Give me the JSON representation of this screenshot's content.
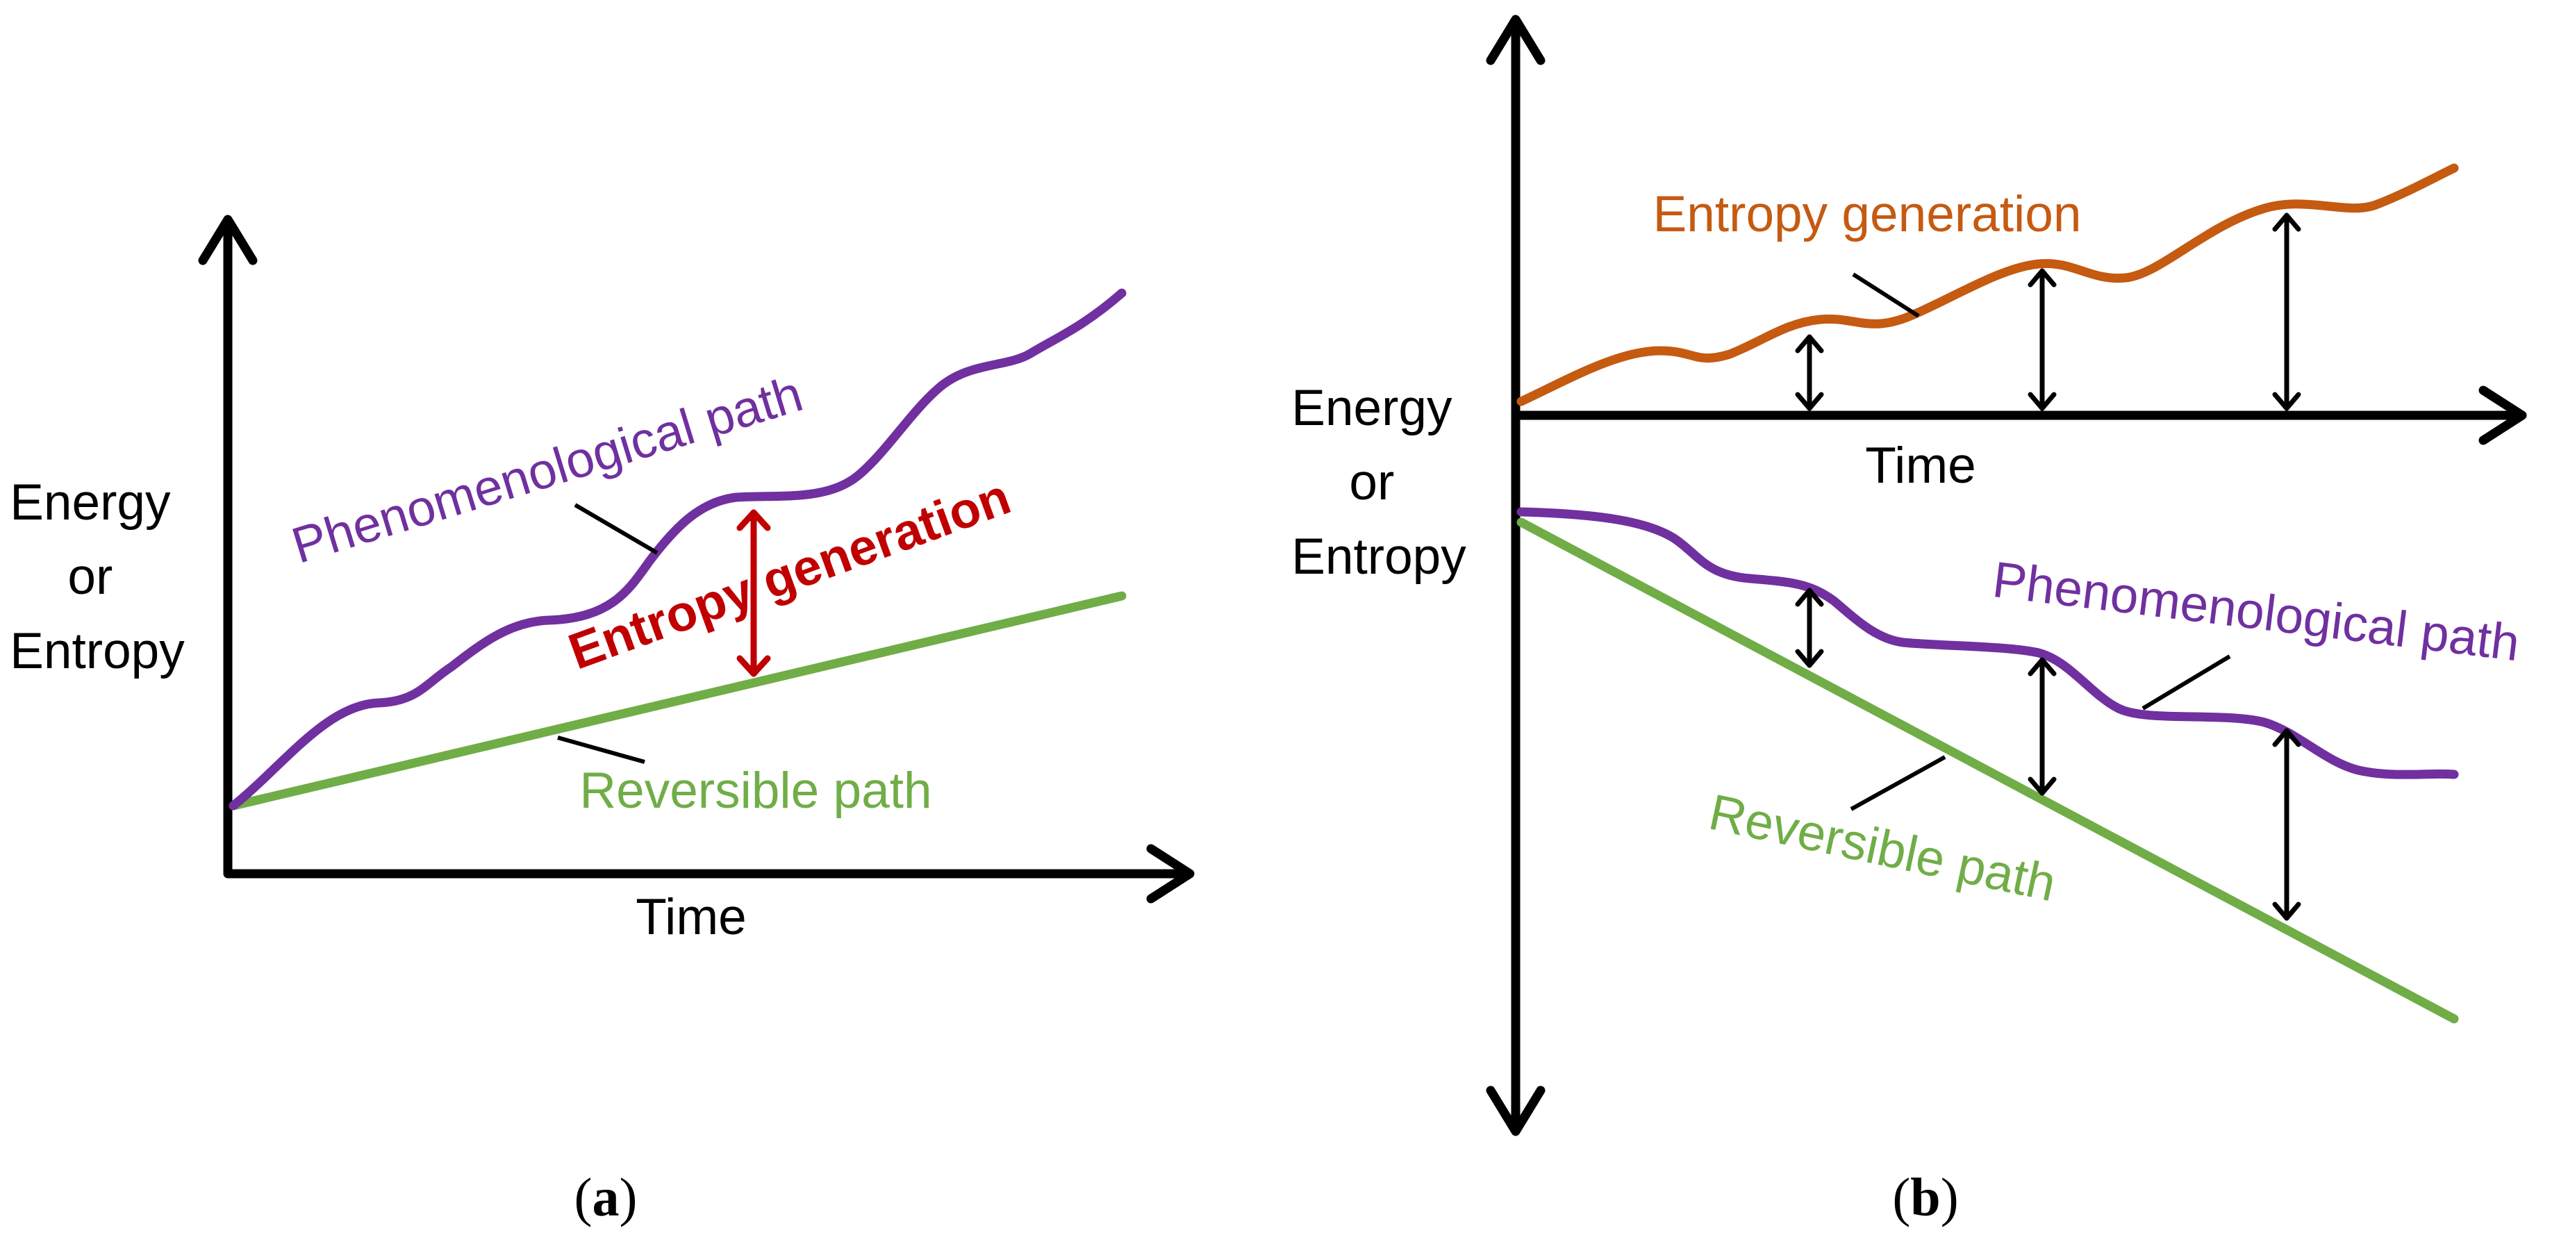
{
  "colors": {
    "phenomenological": "#7030a0",
    "reversible": "#70ad47",
    "entropy_generation_a": "#c00000",
    "entropy_generation_b": "#c55a11",
    "axis": "#000000"
  },
  "panel_a": {
    "y_label": [
      "Energy",
      "or",
      "Entropy"
    ],
    "x_label": "Time",
    "phenomenological_label": "Phenomenological path",
    "entropy_generation_label": "Entropy generation",
    "reversible_label": "Reversible path",
    "caption": {
      "open": "(",
      "letter": "a",
      "close": ")"
    }
  },
  "panel_b": {
    "y_label": [
      "Energy",
      "or",
      "Entropy"
    ],
    "x_label": "Time",
    "entropy_generation_label": "Entropy generation",
    "phenomenological_label": "Phenomenological path",
    "reversible_label": "Reversible path",
    "caption": {
      "open": "(",
      "letter": "b",
      "close": ")"
    }
  }
}
